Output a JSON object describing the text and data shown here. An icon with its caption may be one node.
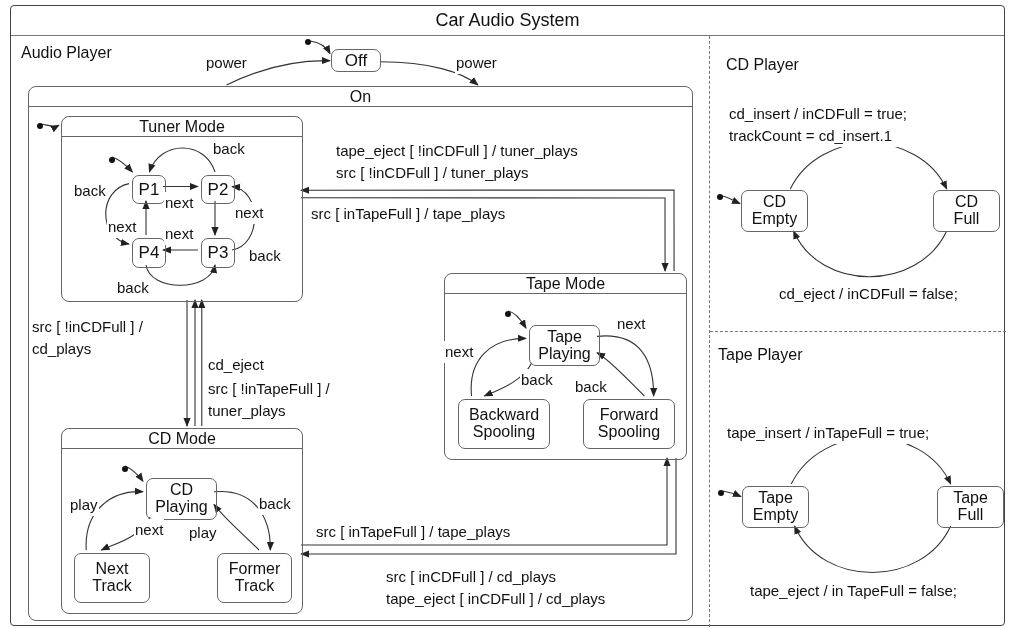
{
  "diagram": {
    "nodes": [
      {
        "text": [
          "Car Audio System"
        ]
      },
      {
        "text": [
          "Audio Player"
        ],
        "in": 0
      },
      {
        "text": [
          "CD Player"
        ],
        "in": 0
      },
      {
        "text": [
          "Tape Player"
        ],
        "in": 0
      },
      {
        "text": [
          "Off"
        ],
        "in": 1
      },
      {
        "text": [],
        "shape": "circle",
        "in": 1
      },
      {
        "text": [
          "On"
        ],
        "in": 1
      },
      {
        "text": [
          "Tuner Mode"
        ],
        "in": 6
      },
      {
        "text": [],
        "shape": "circle",
        "in": 6
      },
      {
        "text": [
          "P1"
        ],
        "in": 7
      },
      {
        "text": [
          "P2"
        ],
        "in": 7
      },
      {
        "text": [
          "P3"
        ],
        "in": 7
      },
      {
        "text": [
          "P4"
        ],
        "in": 7
      },
      {
        "text": [],
        "shape": "circle",
        "in": 7
      },
      {
        "text": [
          "Tape Mode"
        ],
        "in": 6
      },
      {
        "text": [],
        "shape": "circle",
        "in": 14
      },
      {
        "text": [
          "Tape Playing"
        ],
        "in": 14
      },
      {
        "text": [
          "Backward Spooling"
        ],
        "in": 14
      },
      {
        "text": [
          "Forward Spooling"
        ],
        "in": 14
      },
      {
        "text": [
          "CD Mode"
        ],
        "in": 6
      },
      {
        "text": [],
        "shape": "circle",
        "in": 19
      },
      {
        "text": [
          "CD Playing"
        ],
        "in": 19
      },
      {
        "text": [
          "Next Track"
        ],
        "in": 19
      },
      {
        "text": [
          "Former Track"
        ],
        "in": 19
      },
      {
        "text": [],
        "shape": "circle",
        "in": 2
      },
      {
        "text": [
          "CD Empty"
        ],
        "in": 2
      },
      {
        "text": [
          "CD Full"
        ],
        "in": 2
      },
      {
        "text": [],
        "shape": "circle",
        "in": 3
      },
      {
        "text": [
          "Tape Empty"
        ],
        "in": 3
      },
      {
        "text": [
          "Tape Full"
        ],
        "in": 3
      }
    ],
    "edges": [
      {
        "from": 5,
        "to": 4,
        "arrow": "to"
      },
      {
        "from": 6,
        "to": 4,
        "arrow": "to",
        "label": "power"
      },
      {
        "from": 4,
        "to": 6,
        "arrow": "to",
        "label": "power"
      },
      {
        "from": 8,
        "to": 7,
        "arrow": "to"
      },
      {
        "from": 13,
        "to": 9,
        "arrow": "to"
      },
      {
        "from": 9,
        "to": 10,
        "arrow": "to",
        "label": "next"
      },
      {
        "from": 10,
        "to": 11,
        "arrow": "to",
        "label": "next"
      },
      {
        "from": 11,
        "to": 12,
        "arrow": "to",
        "label": "next"
      },
      {
        "from": 12,
        "to": 9,
        "arrow": "to",
        "label": "next"
      },
      {
        "from": 10,
        "to": 9,
        "arrow": "to",
        "label": "back"
      },
      {
        "from": 9,
        "to": 12,
        "arrow": "to",
        "label": "back"
      },
      {
        "from": 12,
        "to": 11,
        "arrow": "to",
        "label": "back"
      },
      {
        "from": 11,
        "to": 10,
        "arrow": "to",
        "label": "back"
      },
      {
        "from": 14,
        "to": 7,
        "arrow": "to",
        "label": "tape_eject [ !inCDFull ] / tuner_plays src [ !inCDFull ] / tuner_plays"
      },
      {
        "from": 7,
        "to": 14,
        "arrow": "to",
        "label": "src [ inTapeFull ] / tape_plays"
      },
      {
        "from": 7,
        "to": 19,
        "arrow": "to",
        "label": "src [ !inCDFull ] / cd_plays"
      },
      {
        "from": 19,
        "to": 7,
        "arrow": "to",
        "label": "cd_eject"
      },
      {
        "from": 19,
        "to": 7,
        "arrow": "to",
        "label": "src [ !inTapeFull ] / tuner_plays"
      },
      {
        "from": 19,
        "to": 14,
        "arrow": "to",
        "label": "src [ inTapeFull ] / tape_plays"
      },
      {
        "from": 14,
        "to": 19,
        "arrow": "to",
        "label": "src [ inCDFull ] / cd_plays tape_eject [ inCDFull ] / cd_plays"
      },
      {
        "from": 15,
        "to": 16,
        "arrow": "to"
      },
      {
        "from": 16,
        "to": 18,
        "arrow": "to",
        "label": "next"
      },
      {
        "from": 18,
        "to": 16,
        "arrow": "to",
        "label": "back"
      },
      {
        "from": 16,
        "to": 17,
        "arrow": "to",
        "label": "back"
      },
      {
        "from": 17,
        "to": 16,
        "arrow": "to",
        "label": "next"
      },
      {
        "from": 20,
        "to": 21,
        "arrow": "to"
      },
      {
        "from": 21,
        "to": 22,
        "arrow": "to",
        "label": "next"
      },
      {
        "from": 22,
        "to": 21,
        "arrow": "to",
        "label": "play"
      },
      {
        "from": 21,
        "to": 23,
        "arrow": "to",
        "label": "back"
      },
      {
        "from": 23,
        "to": 21,
        "arrow": "to",
        "label": "play"
      },
      {
        "from": 24,
        "to": 25,
        "arrow": "to"
      },
      {
        "from": 25,
        "to": 26,
        "arrow": "to",
        "label": "cd_insert / inCDFull = true; trackCount = cd_insert.1"
      },
      {
        "from": 26,
        "to": 25,
        "arrow": "to",
        "label": "cd_eject / inCDFull = false;"
      },
      {
        "from": 27,
        "to": 28,
        "arrow": "to"
      },
      {
        "from": 28,
        "to": 29,
        "arrow": "to",
        "label": "tape_insert / inTapeFull = true;"
      },
      {
        "from": 29,
        "to": 28,
        "arrow": "to",
        "label": "tape_eject / in TapeFull = false;"
      }
    ]
  }
}
